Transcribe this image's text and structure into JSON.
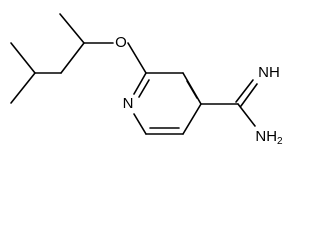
{
  "molecule": {
    "atoms": {
      "oxygen": "O",
      "nitrogen": "N",
      "imine": "NH",
      "amine": "NH",
      "amine_subscript": "2"
    }
  }
}
